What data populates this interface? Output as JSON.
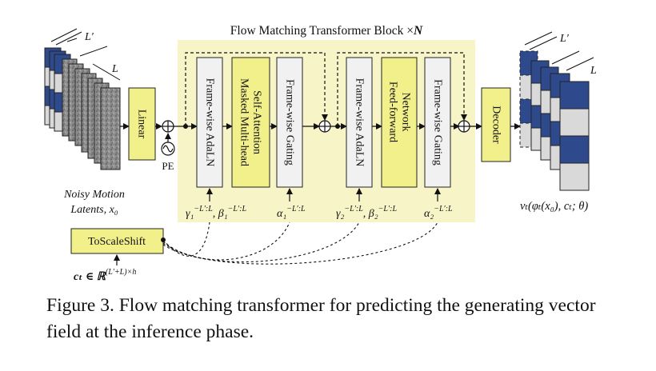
{
  "diagram": {
    "title": "Flow Matching Transformer Block ×",
    "title_bold": "N",
    "blocks": {
      "linear": "Linear",
      "adaln1": "Frame-wise AdaLN",
      "mhsa_line1": "Masked Multi-head",
      "mhsa_line2": "Self-Attention",
      "gating1": "Frame-wise Gating",
      "adaln2": "Frame-wise AdaLN",
      "ffn_line1": "Feed-forward",
      "ffn_line2": "Network",
      "gating2": "Frame-wise Gating",
      "decoder": "Decoder",
      "toscaleshift": "ToScaleShift"
    },
    "labels": {
      "pe": "PE",
      "L_prime_in": "L′",
      "L_in": "L",
      "L_prime_out": "L′",
      "L_out": "L",
      "noisy_line1": "Noisy Motion",
      "noisy_line2": "Latents, x₀",
      "gamma1": "γ₁",
      "gamma1_sup": "−L′:L",
      "beta1": ", β₁",
      "beta1_sup": "−L′:L",
      "alpha1": "α₁",
      "alpha1_sup": "−L′:L",
      "gamma2": "γ₂",
      "gamma2_sup": "−L′:L",
      "beta2": ", β₂",
      "beta2_sup": "−L′:L",
      "alpha2": "α₂",
      "alpha2_sup": "−L′:L",
      "output": "vₜ(φₜ(x₀), cₜ; θ)",
      "condition": "cₜ ∈ ℝ",
      "condition_sup": "(L′+L)×h"
    },
    "colors": {
      "block_bg": "#f7f5c8",
      "yellow": "#f2f08a",
      "gray_box": "#f1f1f1",
      "latent_blue": "#2e4a8c",
      "latent_gray": "#d9d9d9",
      "noise": "#8a8a8a"
    }
  },
  "caption": "Figure 3. Flow matching transformer for predicting the generating vector field at the inference phase."
}
